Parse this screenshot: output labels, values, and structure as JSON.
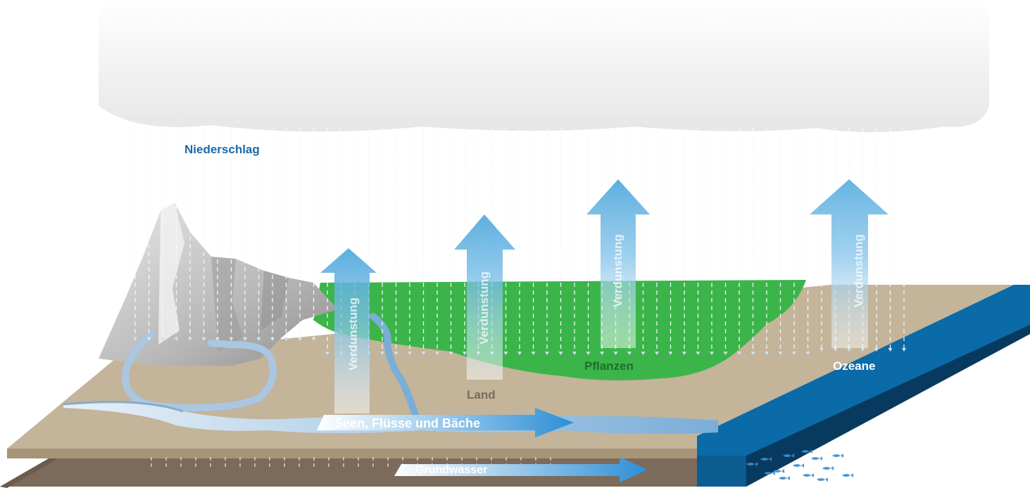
{
  "labels": {
    "precipitation": "Niederschlag",
    "evaporation": "Verdunstung",
    "land": "Land",
    "plants": "Pflanzen",
    "oceans": "Ozeane",
    "surface_water": "Seen, Flüsse und Bäche",
    "groundwater": "Grundwasser"
  },
  "colors": {
    "precipitation_label": "#1a6aaa",
    "land_label": "#7a6a5a",
    "plants_label": "#1f6e2a",
    "oceans_label": "#ffffff",
    "flow_label": "#ffffff",
    "cloud": "#f1f1f1",
    "land": "#c3b49a",
    "ground": "#7c6a5a",
    "plants": "#3bb54a",
    "ocean": "#0b6aa8",
    "arrow": "#4aa6dc"
  },
  "icons": [
    "cloud-shape",
    "rain-lines",
    "mountain-shape",
    "evaporation-arrow",
    "flow-arrow",
    "fish-school"
  ]
}
